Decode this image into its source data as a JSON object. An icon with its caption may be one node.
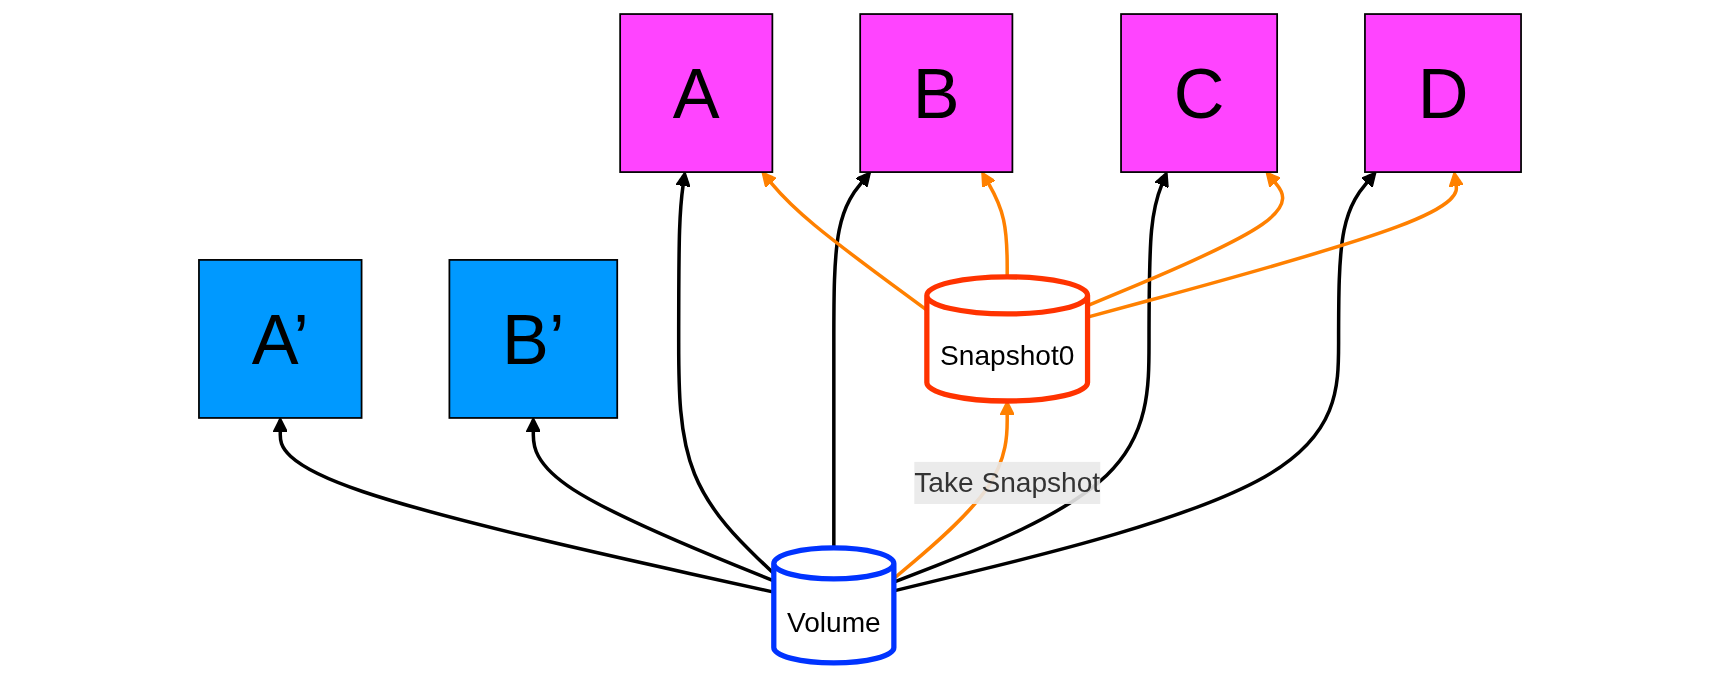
{
  "diagram": {
    "nodes": [
      {
        "text": [
          "A’"
        ]
      },
      {
        "text": [
          "B’"
        ]
      },
      {
        "text": [
          "A"
        ]
      },
      {
        "text": [
          "B"
        ]
      },
      {
        "text": [
          "C"
        ]
      },
      {
        "text": [
          "D"
        ]
      },
      {
        "text": [
          "Volume"
        ]
      },
      {
        "text": [
          "Snapshot0"
        ]
      }
    ],
    "edges": [
      {
        "from": 6,
        "to": 0,
        "arrow": "to"
      },
      {
        "from": 6,
        "to": 1,
        "arrow": "to"
      },
      {
        "from": 6,
        "to": 2,
        "arrow": "to"
      },
      {
        "from": 6,
        "to": 3,
        "arrow": "to"
      },
      {
        "from": 6,
        "to": 4,
        "arrow": "to"
      },
      {
        "from": 6,
        "to": 5,
        "arrow": "to"
      },
      {
        "from": 7,
        "to": 2,
        "arrow": "to",
        "color": "#ff8000"
      },
      {
        "from": 7,
        "to": 3,
        "arrow": "to",
        "color": "#ff8000"
      },
      {
        "from": 7,
        "to": 4,
        "arrow": "to",
        "color": "#ff8000"
      },
      {
        "from": 7,
        "to": 5,
        "arrow": "to",
        "color": "#ff8000"
      },
      {
        "from": 6,
        "to": 7,
        "arrow": "to",
        "label": "Take Snapshot",
        "color": "#ff8000"
      }
    ]
  }
}
